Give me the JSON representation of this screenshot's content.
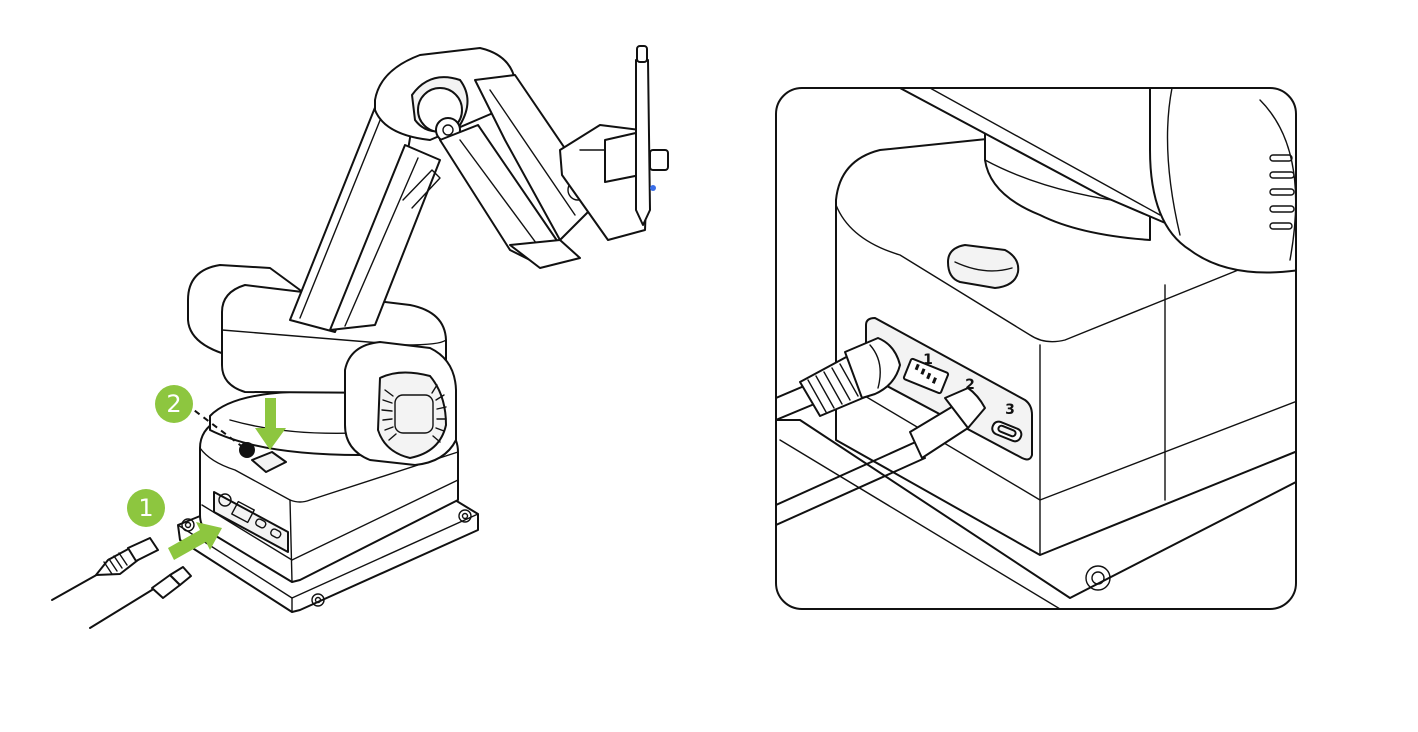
{
  "steps": [
    {
      "label": "1"
    },
    {
      "label": "2"
    }
  ],
  "ports": [
    {
      "label": "1"
    },
    {
      "label": "2"
    },
    {
      "label": "3"
    }
  ],
  "colors": {
    "accent": "#8dc63f",
    "line": "#111111",
    "indicator": "#3a6ee8"
  }
}
